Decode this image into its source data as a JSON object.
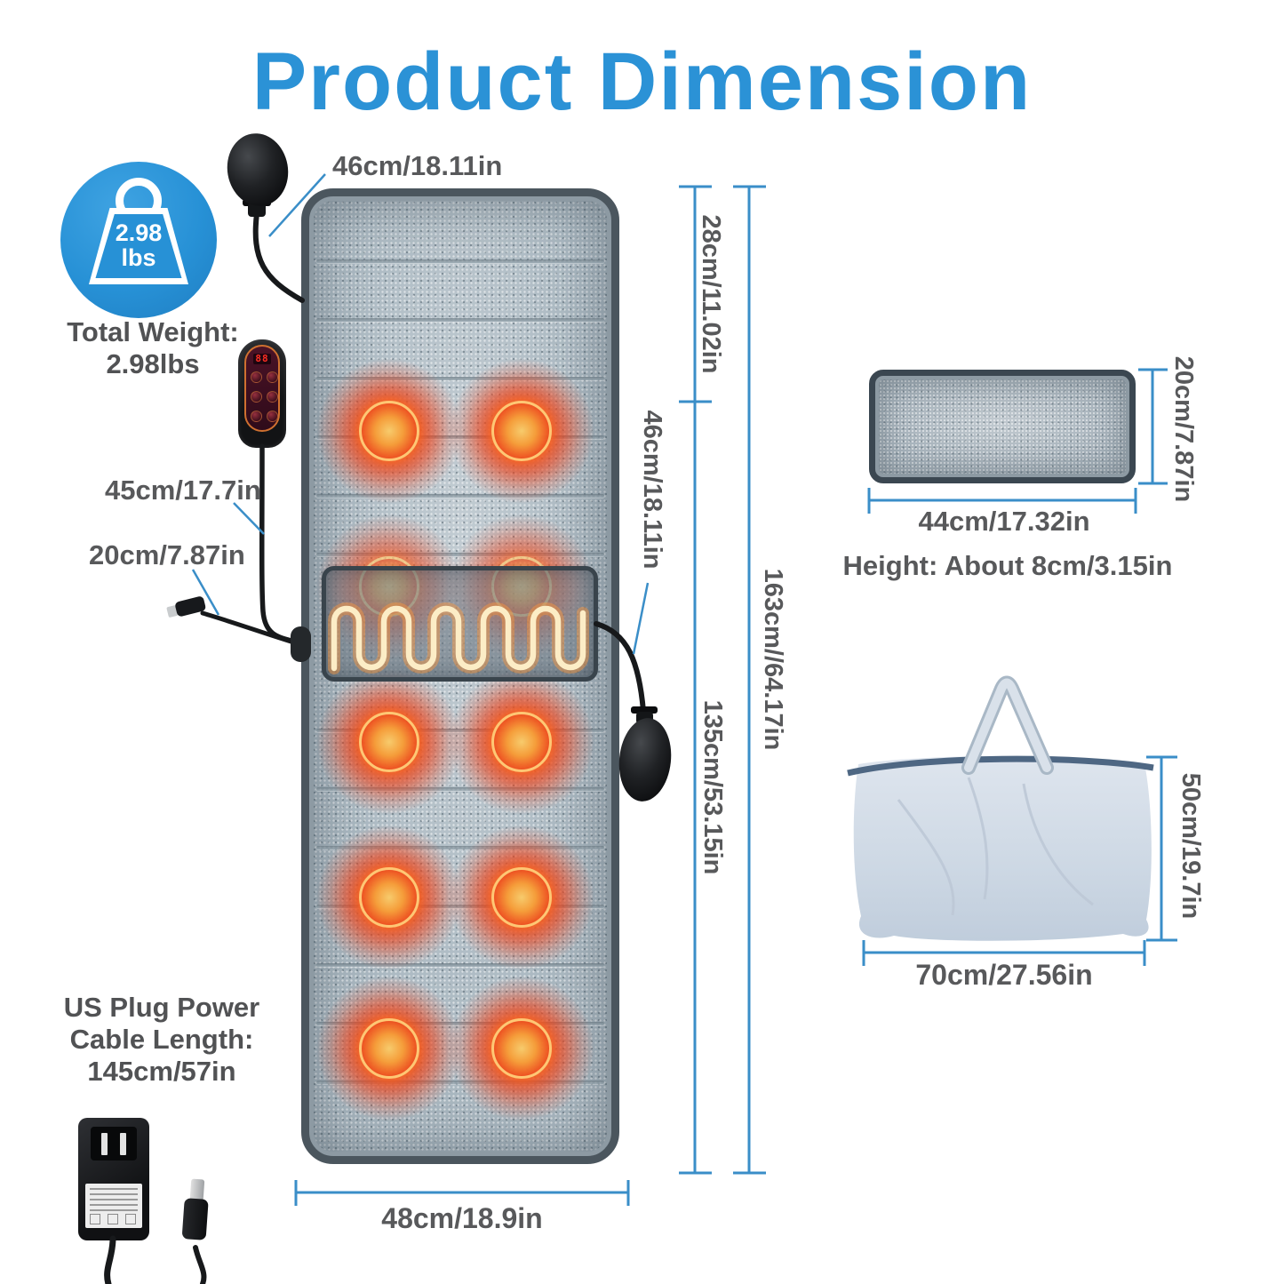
{
  "title": "Product Dimension",
  "colors": {
    "accent_blue": "#2b92d6",
    "dimension_line_blue": "#3a8ec8",
    "label_gray": "#58595b",
    "heat_red": "#f04f1c"
  },
  "weight_badge": {
    "icon_value": "2.98",
    "icon_unit": "lbs",
    "caption1": "Total Weight:",
    "caption2": "2.98lbs"
  },
  "labels": {
    "mat_top_width": "46cm/18.11in",
    "pillow_section_height": "28cm/11.02in",
    "pad_section_width": "46cm/18.11in",
    "mat_body_length": "135cm/53.15in",
    "mat_total_length": "163cm//64.17in",
    "mat_bottom_width": "48cm/18.9in",
    "remote_cable_length": "45cm/17.7in",
    "power_pigtail_length": "20cm/7.87in"
  },
  "pillow": {
    "width": "44cm/17.32in",
    "height": "20cm/7.87in",
    "thickness": "Height: About 8cm/3.15in"
  },
  "bag": {
    "height": "50cm/19.7in",
    "width": "70cm/27.56in"
  },
  "power": {
    "line1": "US Plug Power",
    "line2": "Cable Length:",
    "line3": "145cm/57in"
  },
  "remote": {
    "display": "88"
  }
}
